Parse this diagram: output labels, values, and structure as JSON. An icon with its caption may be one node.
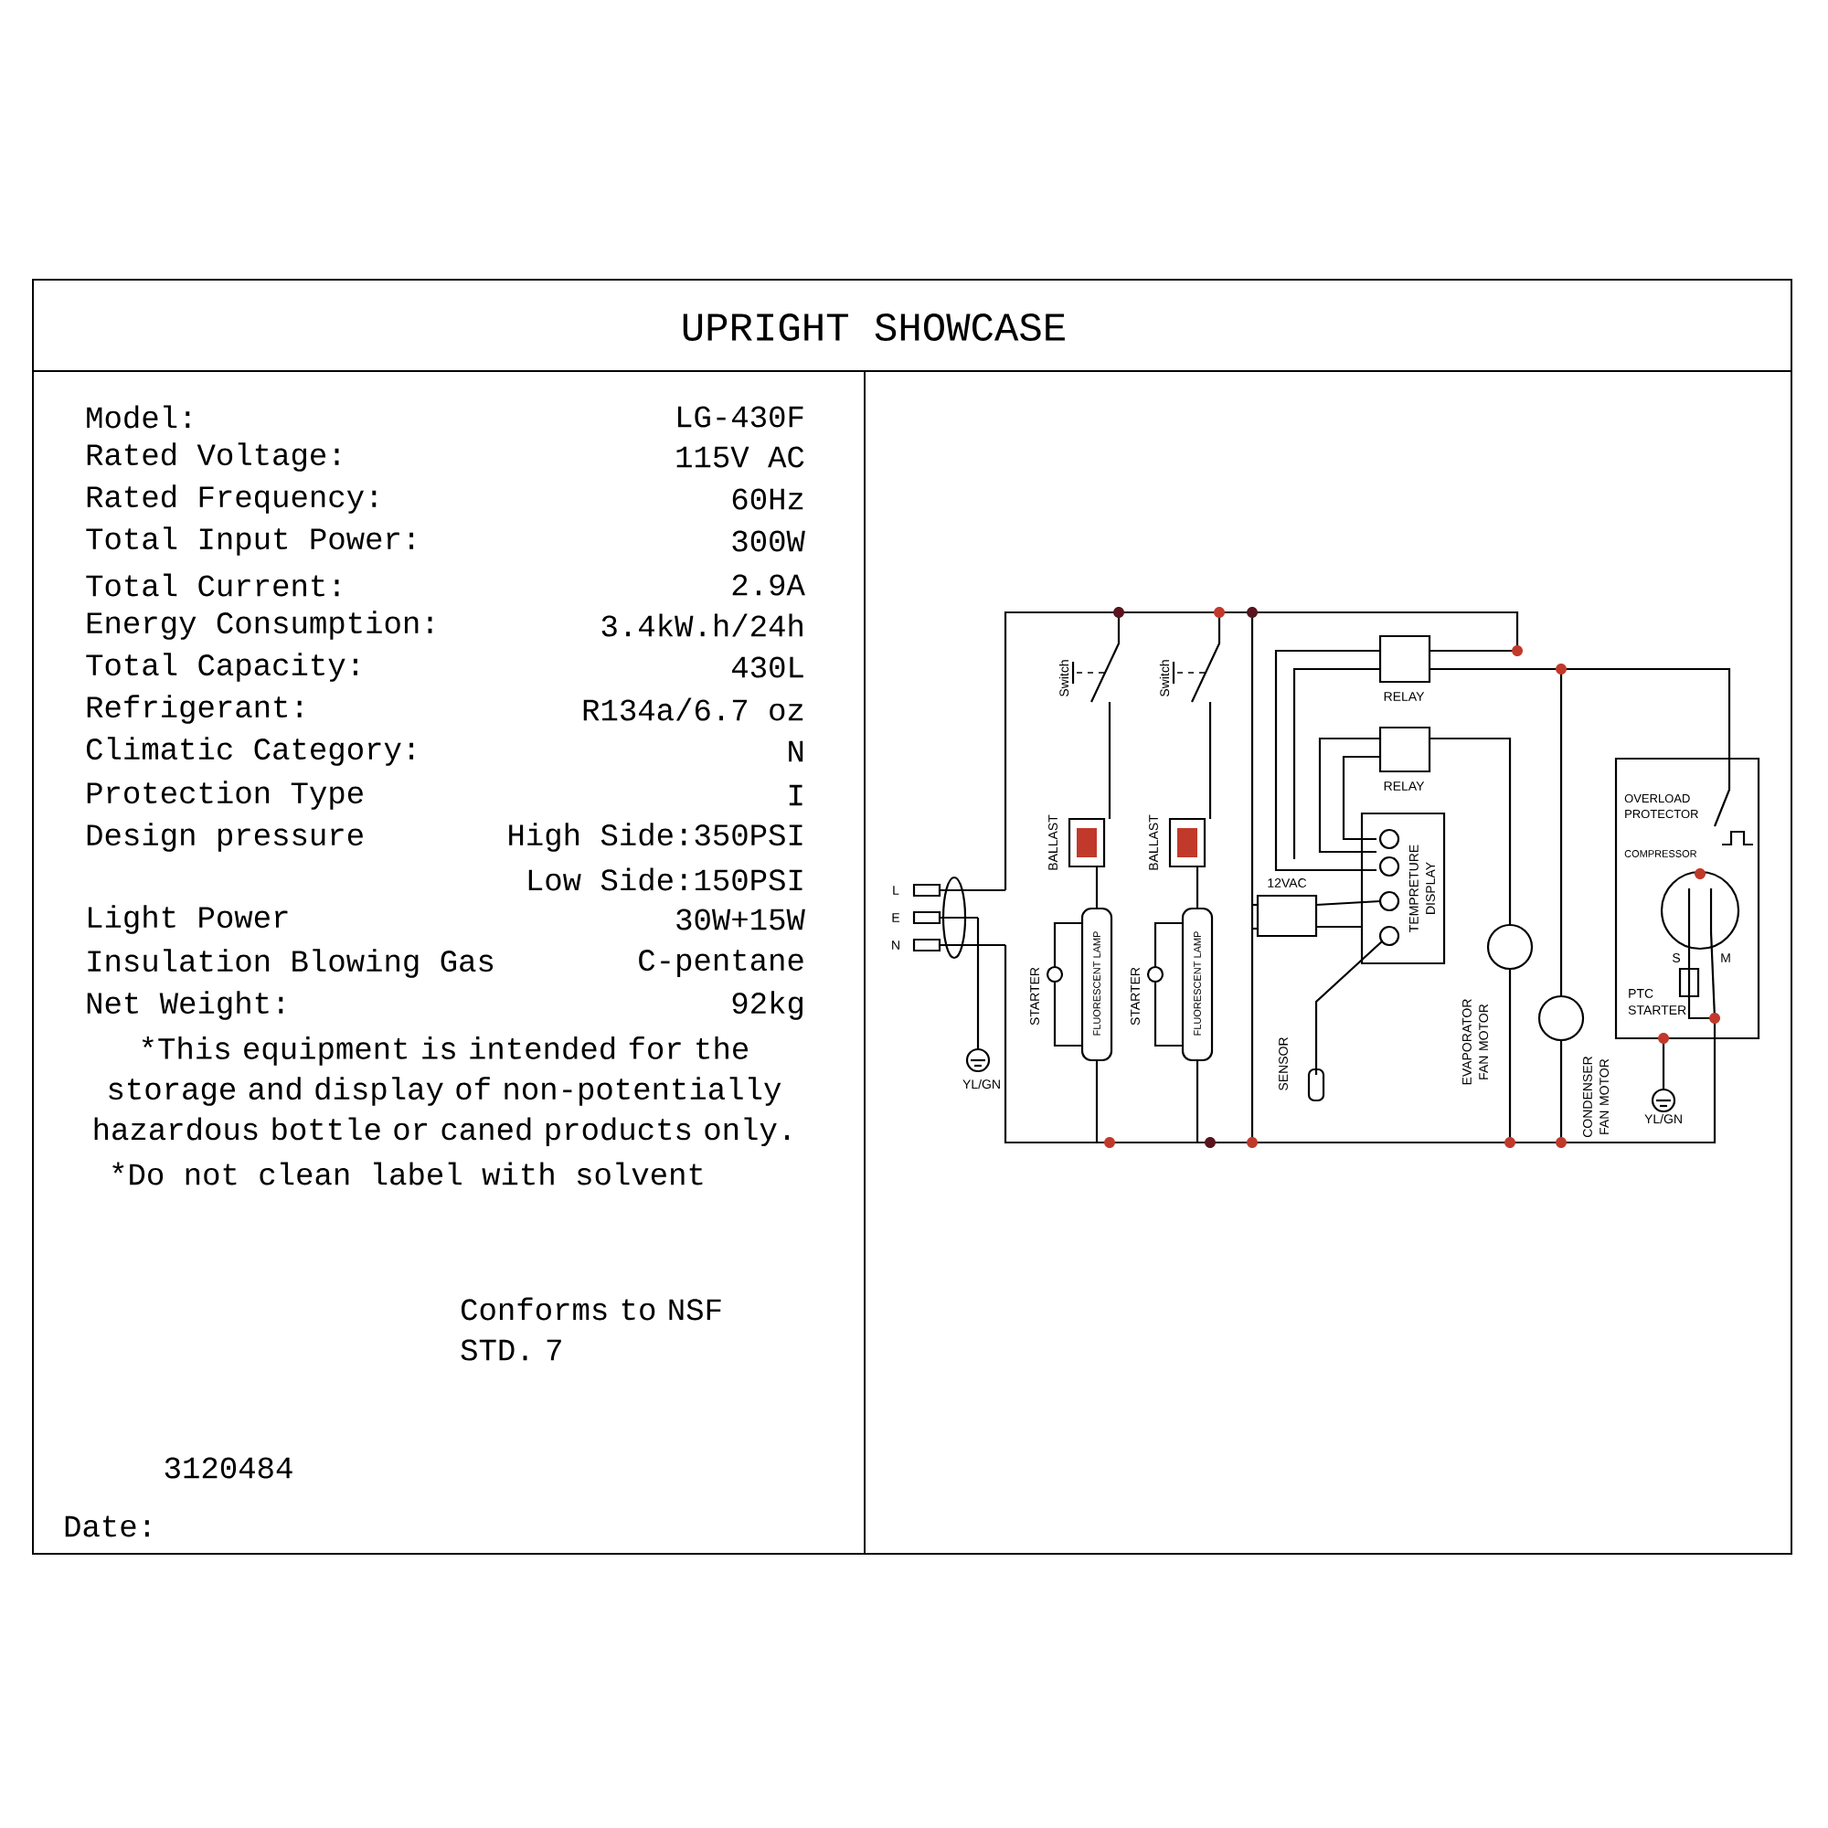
{
  "diagram": {
    "title": "UPRIGHT SHOWCASE",
    "labels": [
      "Model:",
      "LG-430F",
      "Rated Voltage:",
      "115V AC",
      "Rated Frequency:",
      "60Hz",
      "Total Input Power:",
      "300W",
      "Total Current:",
      "2.9A",
      "Energy Consumption:",
      "3.4kW.h/24h",
      "Total Capacity:",
      "430L",
      "Refrigerant:",
      "R134a/6.7 oz",
      "Climatic Category:",
      "N",
      "Protection Type",
      "I",
      "Design pressure",
      "High Side:350PSI",
      "Low Side:150PSI",
      "Light Power",
      "30W+15W",
      "Insulation Blowing Gas",
      "C-pentane",
      "Net Weight:",
      "92kg",
      "*This equipment is intended for the storage and display of non-potentially hazardous bottle or caned products only.",
      "*Do not clean label with solvent",
      "Conforms to NSF STD. 7",
      "3120484",
      "Date:",
      "Switch",
      "Switch",
      "BALLAST",
      "BALLAST",
      "L",
      "E",
      "N",
      "STARTER",
      "FLUORESCENT LAMP",
      "STARTER",
      "FLUORESCENT LAMP",
      "YL/GN",
      "RELAY",
      "RELAY",
      "12VAC",
      "TEMPRETURE DISPLAY",
      "SENSOR",
      "EVAPORATOR FAN MOTOR",
      "OVERLOAD PROTECTOR",
      "COMPRESSOR",
      "S",
      "M",
      "PTC STARTER",
      "CONDENSER FAN MOTOR",
      "YL/GN"
    ]
  }
}
